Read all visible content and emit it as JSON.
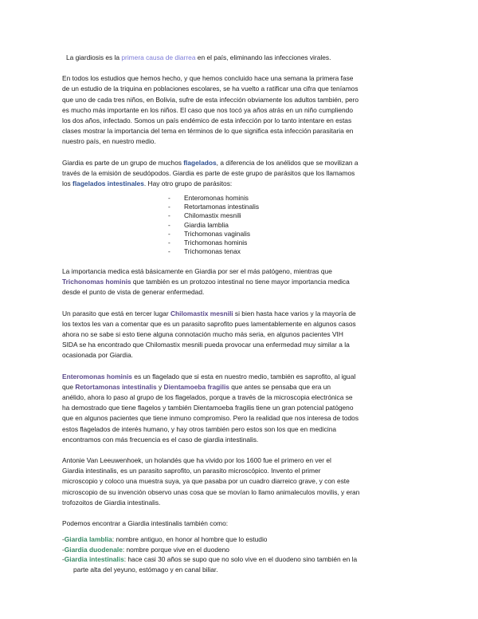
{
  "p0": {
    "a": "La giardiosis es la ",
    "link": "primera causa de diarrea",
    "b": " en el país,  eliminando las infecciones  virales."
  },
  "p1": {
    "lines": [
      "En todos los estudios que  hemos hecho, y  que hemos concluido hace una semana la primera fase",
      "de  un estudio de la triquina en poblaciones escolares, se ha vuelto  a ratificar una cifra que teníamos",
      "que uno de cada tres niños, en Bolivia, sufre de esta infección obviamente los adultos también, pero",
      "es mucho más  importante  en los niños. El caso que nos tocó ya años atrás en un niño cumpliendo",
      "los  dos años, infectado. Somos un país  endémico de esta infección por lo tanto intentare  en estas",
      "clases mostrar la importancia del tema en términos de lo que significa esta infección parasitaria en",
      "nuestro país, en nuestro medio."
    ]
  },
  "p2": {
    "l1a": "Giardia es parte de un grupo de muchos ",
    "l1b": "flagelados",
    "l1c": ", a diferencia de los anélidos que se movilizan a",
    "l2": "través de la emisión de seudópodos. Giardia es parte de  este grupo de parásitos  que los llamamos",
    "l3a": "los  ",
    "l3b": "flagelados intestinales",
    "l3c": ".  Hay otro grupo de parásitos:"
  },
  "parasites": {
    "dash": "-",
    "items": [
      "Enteromonas hominis",
      "Retortamonas intestinalis",
      "Chilomastix mesnili",
      "Giardia lamblia",
      "Trichomonas vaginalis",
      "Trichomonas hominis",
      "Trichomonas tenax"
    ]
  },
  "p3": {
    "l1": "La importancia medica está básicamente en Giardia por ser el más patógeno, mientras que",
    "l2a": "Trichonomas hominis",
    "l2b": " que también es un protozoo intestinal no tiene mayor importancia medica",
    "l3": "desde el punto de vista de generar enfermedad."
  },
  "p4": {
    "l1a": "Un parasito que está en tercer lugar ",
    "l1b": "Chilomastix mesnili",
    "l1c": " si bien hasta hace varios y la mayoría de",
    "rest": [
      "los textos les van a comentar que es un parasito saprofito  pues lamentablemente en algunos casos",
      "ahora no se sabe si esto tiene alguna connotación mucho más seria, en algunos pacientes VIH",
      "SIDA  se ha encontrado que Chilomastix mesnili pueda provocar una enfermedad muy similar a la",
      "ocasionada por Giardia."
    ]
  },
  "p5": {
    "l1a": "Enteromonas hominis",
    "l1b": " es un flagelado que si esta en nuestro medio, también es saprofito, al igual",
    "l2a": "que  ",
    "l2b": "Retortamonas intestinalis",
    "l2c": "  y  ",
    "l2d": "Dientamoeba fragilis",
    "l2e": " que antes se pensaba que era un",
    "rest": [
      "anélido, ahora lo paso al grupo de los flagelados, porque  a través de la microscopia electrónica se",
      "ha demostrado que tiene flagelos y también Dientamoeba fragilis tiene un gran potencial patógeno",
      "que en algunos  pacientes que tiene inmuno compromiso. Pero la realidad que nos interesa de todos",
      "estos flagelados de interés humano,  y  hay otros también pero estos son los que en medicina",
      "encontramos con más frecuencia  es el caso de giardia intestinalis."
    ]
  },
  "p6": {
    "lines": [
      " Antonie Van Leeuwenhoek, un holandés   que ha vivido por los 1600  fue el primero en ver el",
      "Giardia intestinalis,   es un parasito saprofito, un parasito microscópico.  Invento el primer",
      "microscopio y coloco una muestra suya, ya que pasaba por un cuadro diarreico grave, y con este",
      "microscopio de su invención observo unas cosa que se movían lo llamo animaleculos movilis, y eran",
      "trofozoitos de Giardia intestinalis."
    ]
  },
  "p7": {
    "intro": "Podemos encontrar a Giardia intestinalis también como:",
    "items": [
      {
        "dash": "-",
        "name": "Giardia lamblia",
        "desc": ": nombre antiguo, en honor al hombre que lo estudio"
      },
      {
        "dash": "-",
        "name": "Giardia duodenale",
        "desc": ": nombre porque vive en el duodeno"
      },
      {
        "dash": "-",
        "name": "Giardia intestinalis",
        "desc": ": hace casi 30 años se supo que no solo vive en el duodeno sino también en la"
      }
    ],
    "last": "parte alta del yeyuno, estómago y en canal biliar."
  }
}
